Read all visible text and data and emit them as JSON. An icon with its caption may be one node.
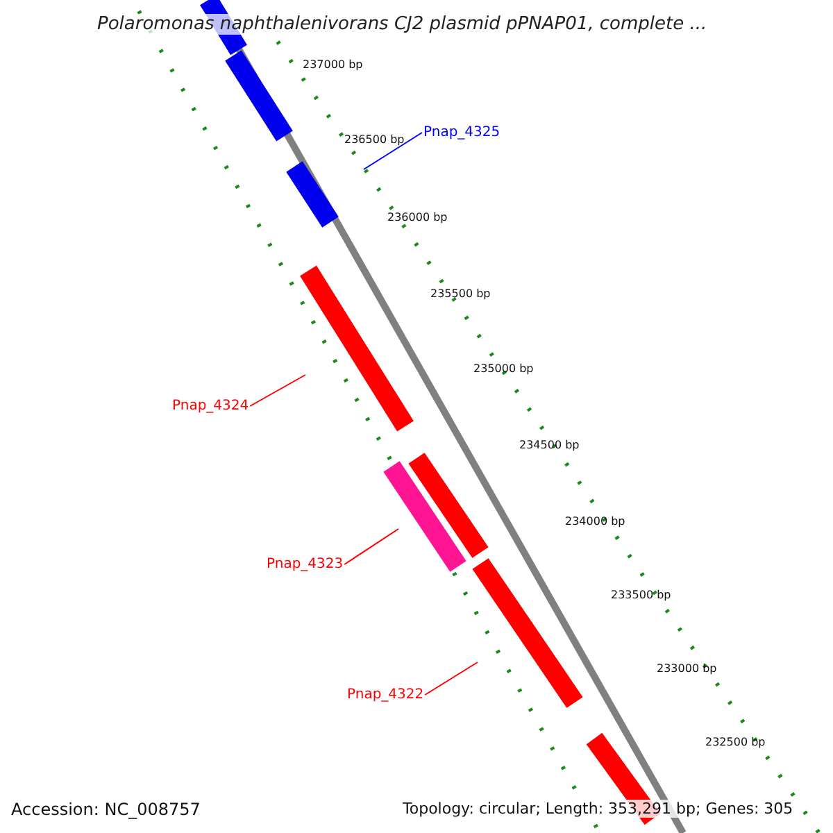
{
  "diagram": {
    "title": "Polaromonas naphthalenivorans CJ2 plasmid pPNAP01, complete ...",
    "nodes": [
      {
        "text": [
          "Pnap_4325"
        ]
      },
      {
        "text": [
          "Pnap_4324"
        ]
      },
      {
        "text": [
          "Pnap_4323"
        ]
      },
      {
        "text": [
          "Pnap_4322"
        ]
      }
    ],
    "edges": [
      {
        "from": 0,
        "to": null,
        "arrow": "none",
        "color": "#0000ff"
      },
      {
        "from": 1,
        "to": null,
        "arrow": "none",
        "color": "#ff0000"
      },
      {
        "from": 2,
        "to": null,
        "arrow": "none",
        "color": "#ff0000"
      },
      {
        "from": 3,
        "to": null,
        "arrow": "none",
        "color": "#ff0000"
      }
    ],
    "labels": [
      "237000 bp",
      "236500 bp",
      "236000 bp",
      "235500 bp",
      "235000 bp",
      "234500 bp",
      "234000 bp",
      "233500 bp",
      "233000 bp",
      "232500 bp",
      "Accession: NC_008757",
      "Topology: circular; Length: 353,291 bp; Genes: 305"
    ]
  }
}
